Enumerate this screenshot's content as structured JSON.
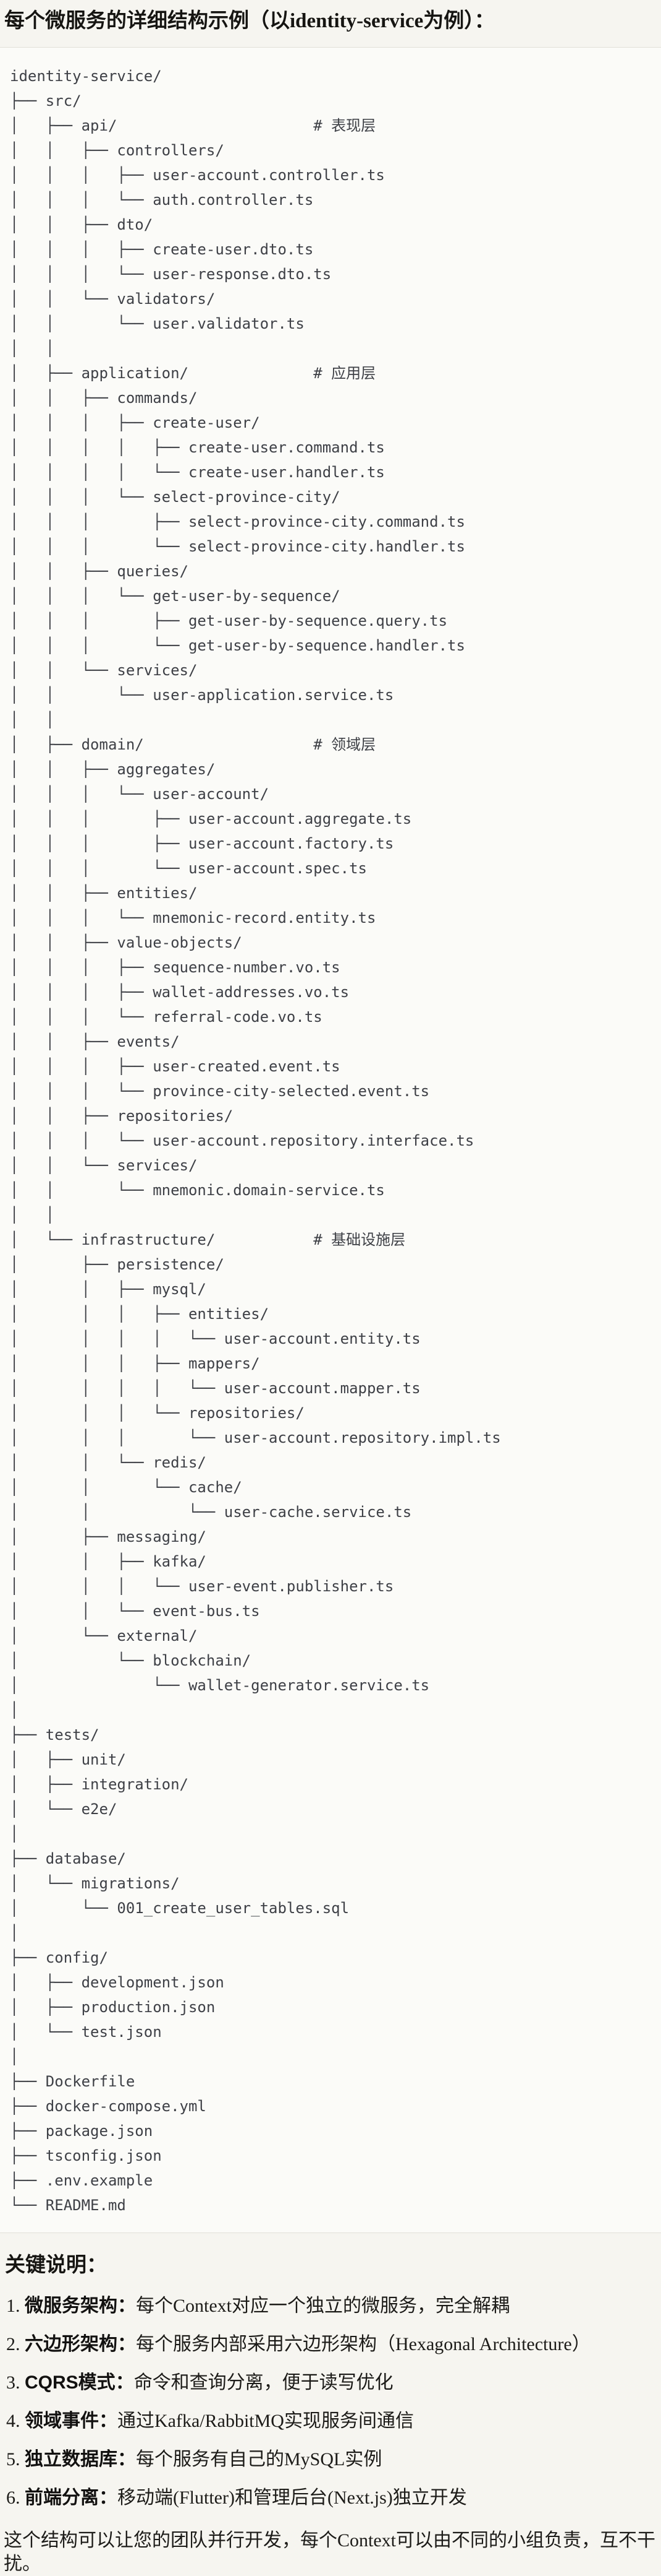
{
  "page": {
    "title": "每个微服务的详细结构示例（以identity-service为例）："
  },
  "tree": {
    "lines": [
      "identity-service/",
      "├── src/",
      "│   ├── api/                      # 表现层",
      "│   │   ├── controllers/",
      "│   │   │   ├── user-account.controller.ts",
      "│   │   │   └── auth.controller.ts",
      "│   │   ├── dto/",
      "│   │   │   ├── create-user.dto.ts",
      "│   │   │   └── user-response.dto.ts",
      "│   │   └── validators/",
      "│   │       └── user.validator.ts",
      "│   │",
      "│   ├── application/              # 应用层",
      "│   │   ├── commands/",
      "│   │   │   ├── create-user/",
      "│   │   │   │   ├── create-user.command.ts",
      "│   │   │   │   └── create-user.handler.ts",
      "│   │   │   └── select-province-city/",
      "│   │   │       ├── select-province-city.command.ts",
      "│   │   │       └── select-province-city.handler.ts",
      "│   │   ├── queries/",
      "│   │   │   └── get-user-by-sequence/",
      "│   │   │       ├── get-user-by-sequence.query.ts",
      "│   │   │       └── get-user-by-sequence.handler.ts",
      "│   │   └── services/",
      "│   │       └── user-application.service.ts",
      "│   │",
      "│   ├── domain/                   # 领域层",
      "│   │   ├── aggregates/",
      "│   │   │   └── user-account/",
      "│   │   │       ├── user-account.aggregate.ts",
      "│   │   │       ├── user-account.factory.ts",
      "│   │   │       └── user-account.spec.ts",
      "│   │   ├── entities/",
      "│   │   │   └── mnemonic-record.entity.ts",
      "│   │   ├── value-objects/",
      "│   │   │   ├── sequence-number.vo.ts",
      "│   │   │   ├── wallet-addresses.vo.ts",
      "│   │   │   └── referral-code.vo.ts",
      "│   │   ├── events/",
      "│   │   │   ├── user-created.event.ts",
      "│   │   │   └── province-city-selected.event.ts",
      "│   │   ├── repositories/",
      "│   │   │   └── user-account.repository.interface.ts",
      "│   │   └── services/",
      "│   │       └── mnemonic.domain-service.ts",
      "│   │",
      "│   └── infrastructure/           # 基础设施层",
      "│       ├── persistence/",
      "│       │   ├── mysql/",
      "│       │   │   ├── entities/",
      "│       │   │   │   └── user-account.entity.ts",
      "│       │   │   ├── mappers/",
      "│       │   │   │   └── user-account.mapper.ts",
      "│       │   │   └── repositories/",
      "│       │   │       └── user-account.repository.impl.ts",
      "│       │   └── redis/",
      "│       │       └── cache/",
      "│       │           └── user-cache.service.ts",
      "│       ├── messaging/",
      "│       │   ├── kafka/",
      "│       │   │   └── user-event.publisher.ts",
      "│       │   └── event-bus.ts",
      "│       └── external/",
      "│           └── blockchain/",
      "│               └── wallet-generator.service.ts",
      "│",
      "├── tests/",
      "│   ├── unit/",
      "│   ├── integration/",
      "│   └── e2e/",
      "│",
      "├── database/",
      "│   └── migrations/",
      "│       └── 001_create_user_tables.sql",
      "│",
      "├── config/",
      "│   ├── development.json",
      "│   ├── production.json",
      "│   └── test.json",
      "│",
      "├── Dockerfile",
      "├── docker-compose.yml",
      "├── package.json",
      "├── tsconfig.json",
      "├── .env.example",
      "└── README.md"
    ]
  },
  "notes": {
    "heading": "关键说明：",
    "items": [
      {
        "num": "1.",
        "term": "微服务架构",
        "colon": "：",
        "desc": "每个Context对应一个独立的微服务，完全解耦"
      },
      {
        "num": "2.",
        "term": "六边形架构",
        "colon": "：",
        "desc": "每个服务内部采用六边形架构（Hexagonal Architecture）"
      },
      {
        "num": "3.",
        "term": "CQRS模式",
        "colon": "：",
        "desc": "命令和查询分离，便于读写优化"
      },
      {
        "num": "4.",
        "term": "领域事件",
        "colon": "：",
        "desc": "通过Kafka/RabbitMQ实现服务间通信"
      },
      {
        "num": "5.",
        "term": "独立数据库",
        "colon": "：",
        "desc": "每个服务有自己的MySQL实例"
      },
      {
        "num": "6.",
        "term": "前端分离",
        "colon": "：",
        "desc": "移动端(Flutter)和管理后台(Next.js)独立开发"
      }
    ],
    "footer": "这个结构可以让您的团队并行开发，每个Context可以由不同的小组负责，互不干扰。"
  }
}
